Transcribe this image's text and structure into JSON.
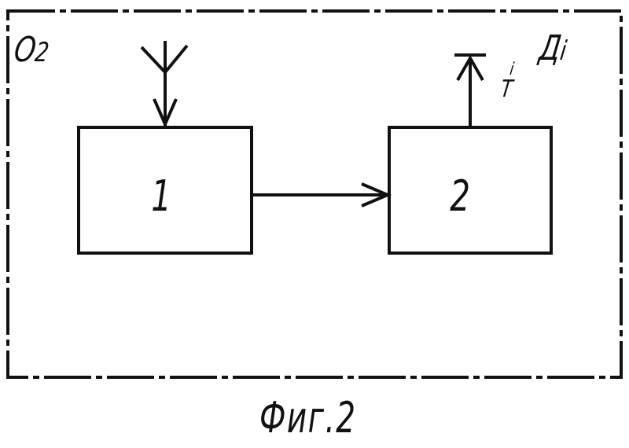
{
  "diagram": {
    "frame_label": "O2",
    "frame_label_main": "O",
    "frame_label_sub": "2",
    "output_label_main": "Д",
    "output_label_sub": "i",
    "output_signal_main": "T",
    "output_signal_sup": "i",
    "block_1": "1",
    "block_2": "2",
    "caption": "Фиг.2"
  }
}
